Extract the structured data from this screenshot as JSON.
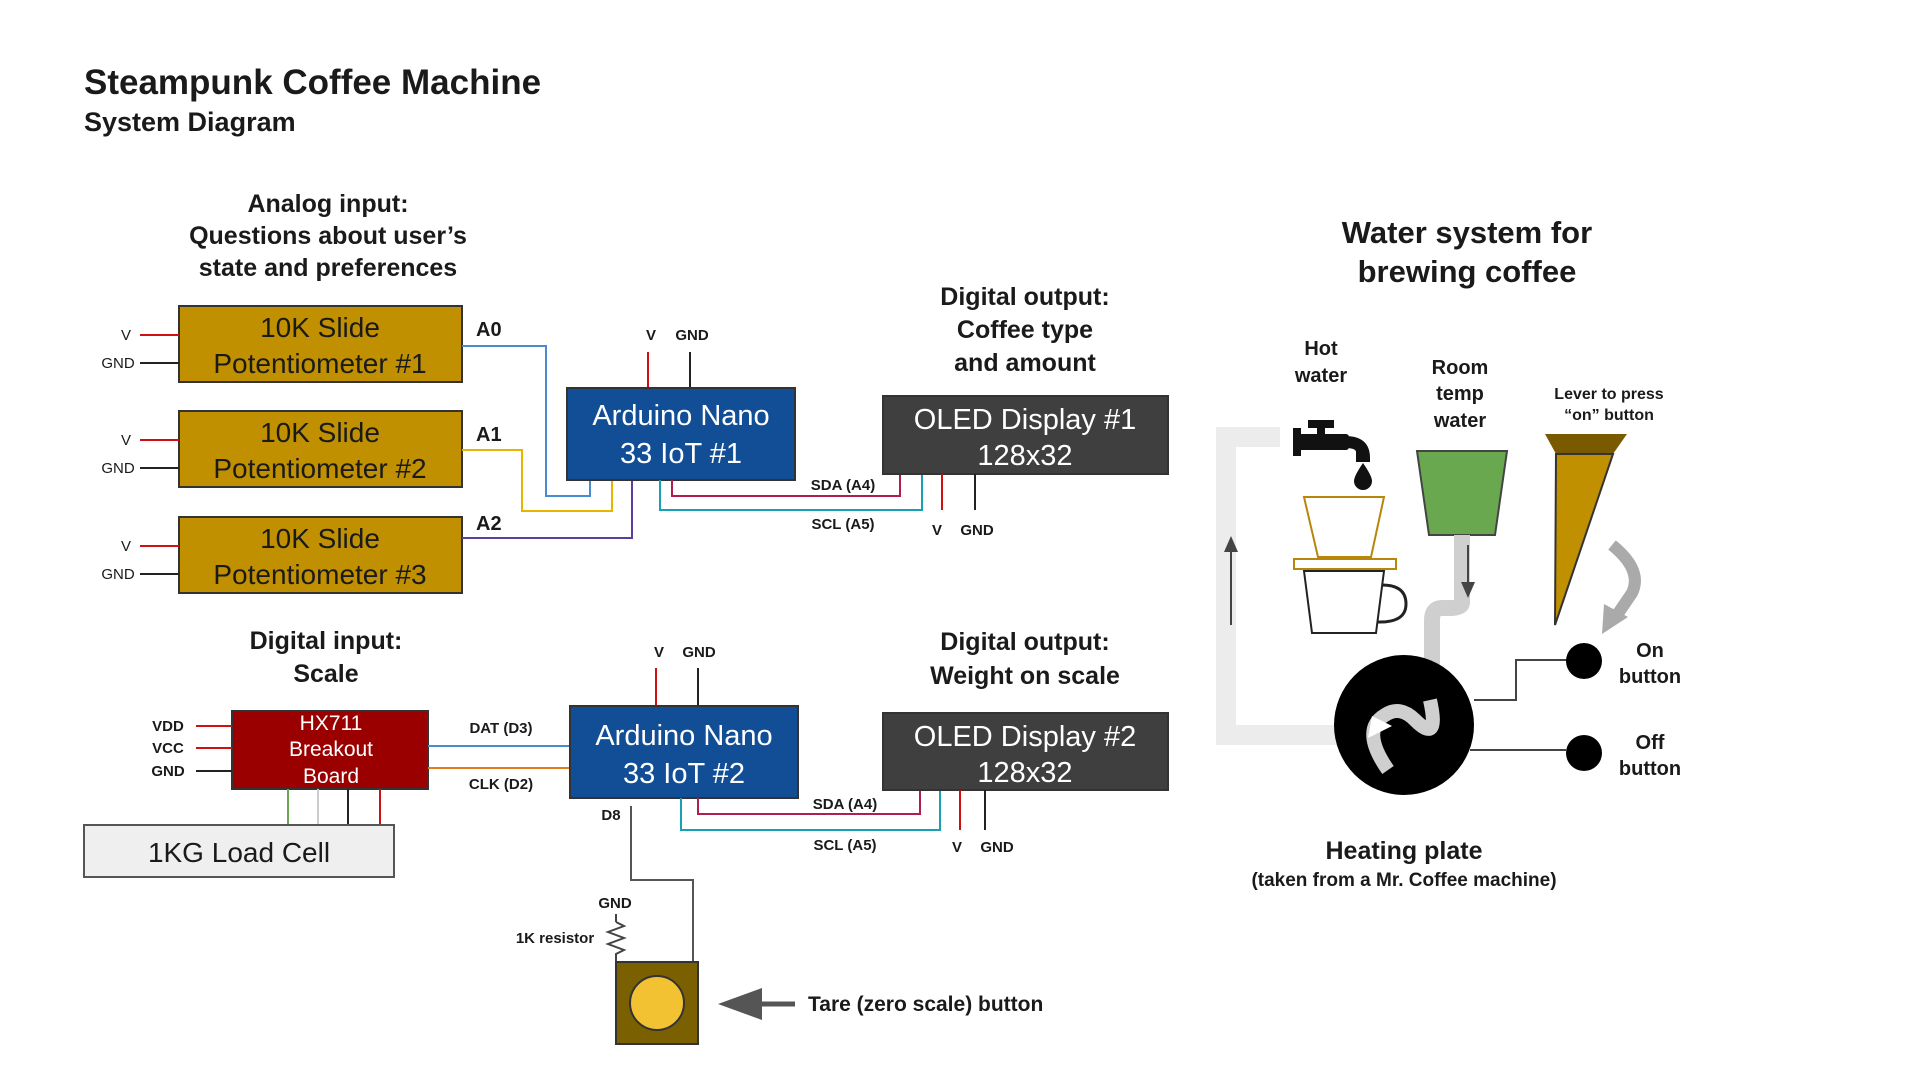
{
  "title": "Steampunk Coffee Machine",
  "subtitle": "System Diagram",
  "analog_section": {
    "heading": [
      "Analog input:",
      "Questions about user’s",
      "state and preferences"
    ],
    "potentiometers": [
      {
        "line1": "10K Slide",
        "line2": "Potentiometer #1",
        "pin": "A0"
      },
      {
        "line1": "10K Slide",
        "line2": "Potentiometer #2",
        "pin": "A1"
      },
      {
        "line1": "10K Slide",
        "line2": "Potentiometer #3",
        "pin": "A2"
      }
    ],
    "v_label": "V",
    "gnd_label": "GND"
  },
  "arduino1": {
    "line1": "Arduino Nano",
    "line2": "33 IoT #1",
    "v_label": "V",
    "gnd_label": "GND"
  },
  "digital_output1": {
    "heading": [
      "Digital output:",
      "Coffee type",
      "and amount"
    ],
    "display": {
      "line1": "OLED Display #1",
      "line2": "128x32"
    },
    "sda_label": "SDA (A4)",
    "scl_label": "SCL (A5)",
    "v_label": "V",
    "gnd_label": "GND"
  },
  "digital_input": {
    "heading": [
      "Digital input:",
      "Scale"
    ],
    "hx711": {
      "line1": "HX711",
      "line2": "Breakout",
      "line3": "Board"
    },
    "pins": [
      "VDD",
      "VCC",
      "GND"
    ],
    "load_cell": "1KG Load Cell",
    "dat_label": "DAT (D3)",
    "clk_label": "CLK (D2)"
  },
  "arduino2": {
    "line1": "Arduino Nano",
    "line2": "33 IoT #2",
    "v_label": "V",
    "gnd_label": "GND",
    "d8_label": "D8"
  },
  "digital_output2": {
    "heading": [
      "Digital output:",
      "Weight on scale"
    ],
    "display": {
      "line1": "OLED Display #2",
      "line2": "128x32"
    },
    "sda_label": "SDA (A4)",
    "scl_label": "SCL (A5)",
    "v_label": "V",
    "gnd_label": "GND"
  },
  "tare": {
    "gnd_label": "GND",
    "resistor_label": "1K resistor",
    "button_label": "Tare (zero scale) button"
  },
  "water_system": {
    "heading": [
      "Water system for",
      "brewing coffee"
    ],
    "hot_water": [
      "Hot",
      "water"
    ],
    "room_temp": [
      "Room",
      "temp",
      "water"
    ],
    "lever": [
      "Lever to press",
      "“on” button"
    ],
    "on_button": [
      "On",
      "button"
    ],
    "off_button": [
      "Off",
      "button"
    ],
    "heating_plate": "Heating plate",
    "heating_plate_note": "(taken from a Mr. Coffee machine)"
  },
  "colors": {
    "potentiometer": "#c09000",
    "arduino": "#124e96",
    "oled": "#3f3f3f",
    "hx711": "#9b0000",
    "load_cell": "#efefef",
    "tare_box": "#7a6000",
    "tare_button": "#f2c233",
    "funnel": "#6aa84f",
    "lever": "#c09000",
    "wire_red": "#d01010",
    "wire_a0": "#4a8bd0",
    "wire_a1": "#e8b400",
    "wire_a2": "#5a3f9e",
    "wire_sda": "#b01e50",
    "wire_scl": "#1aa0b4",
    "wire_clk": "#e07a1a"
  }
}
